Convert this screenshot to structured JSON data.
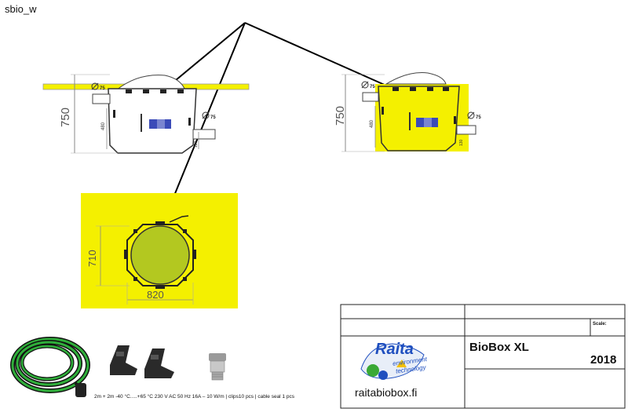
{
  "page": {
    "corner_label": "sbio_w"
  },
  "dimensions": {
    "side_left_height": "750",
    "side_left_inner": "480",
    "side_left_pipe": "75",
    "side_left_pipe_right": "75",
    "side_left_bottom": "130",
    "side_right_height": "750",
    "side_right_inner": "480",
    "side_right_pipe": "75",
    "side_right_pipe_right": "75",
    "side_right_bottom": "130",
    "top_width": "820",
    "top_height": "710"
  },
  "accessories": {
    "caption": "2m + 2m  -40 °C.....+65 °C 230 V AC 50 Hz 16A – 10 W/m | clips10 pcs | cable seal 1 pcs"
  },
  "title_block": {
    "scale_label": "Scale:",
    "product_name": "BioBox XL",
    "year": "2018",
    "website": "raitabiobox.fi",
    "logo": {
      "brand": "Raita",
      "tagline_1": "environment",
      "tagline_2": "technology"
    }
  },
  "colors": {
    "highlight": "#f4f000",
    "tank_fill": "#ffffff",
    "line": "#222222",
    "cable_green": "#2fae3a",
    "logo_blue": "#1f4fbf",
    "logo_green": "#3aa935"
  }
}
